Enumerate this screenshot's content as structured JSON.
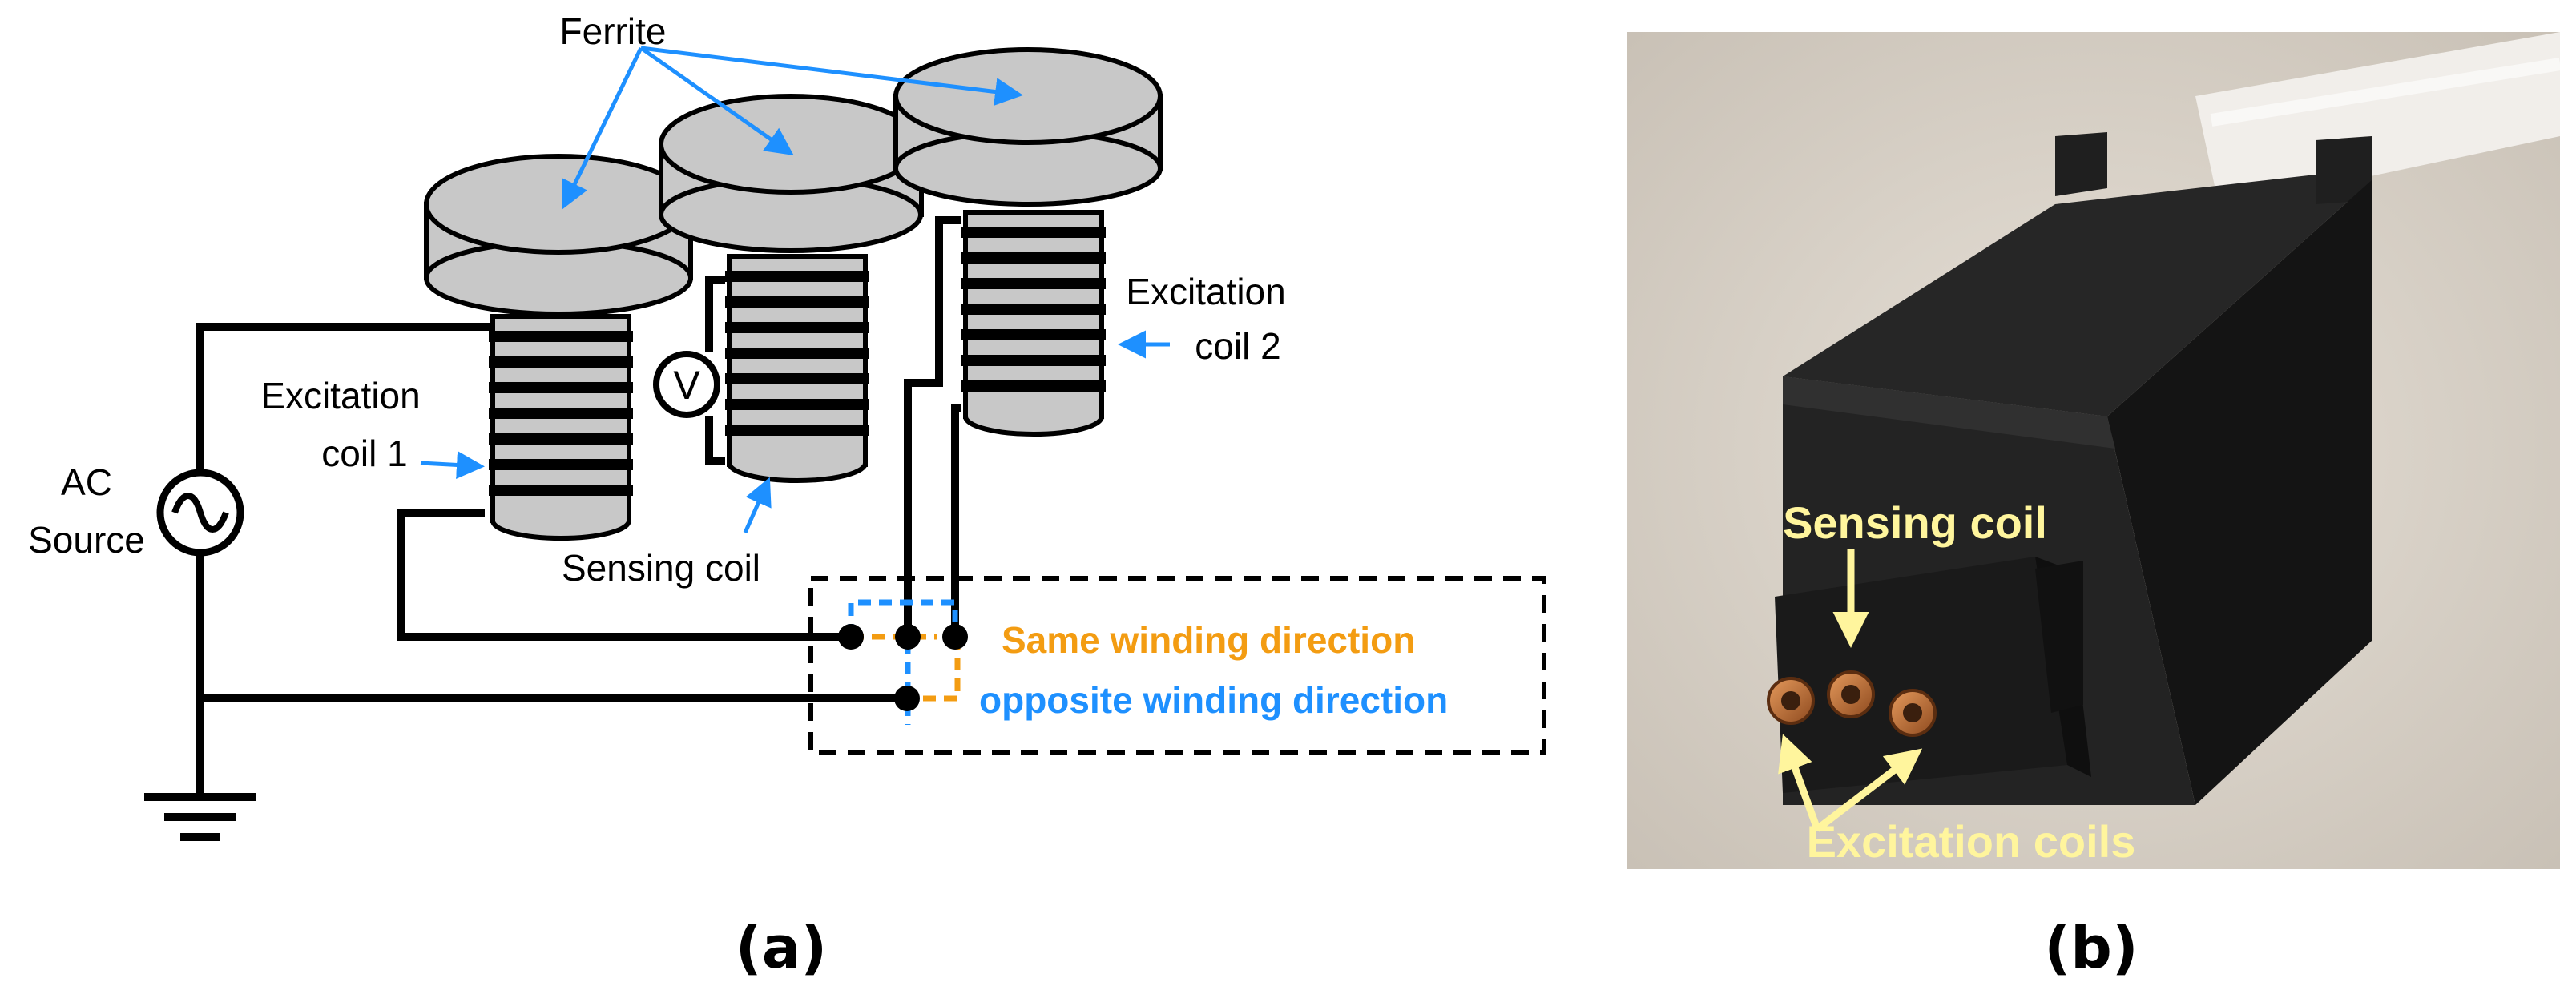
{
  "panel_a": {
    "label": "(a)",
    "labels": {
      "ferrite": "Ferrite",
      "excitation_coil_1_line1": "Excitation",
      "excitation_coil_1_line2": "coil 1",
      "excitation_coil_2_line1": "Excitation",
      "excitation_coil_2_line2": "coil 2",
      "sensing_coil": "Sensing coil",
      "ac_source_line1": "AC",
      "ac_source_line2": "Source",
      "voltmeter": "V",
      "same_winding": "Same winding direction",
      "opposite_winding": "opposite winding direction"
    },
    "colors": {
      "ferrite_fill": "#c8c8c8",
      "wire": "#000000",
      "annotation_arrow": "#1e90ff",
      "same_winding": "#f39c12",
      "opposite_winding": "#1e90ff"
    }
  },
  "panel_b": {
    "label": "(b)",
    "labels": {
      "sensing_coil": "Sensing coil",
      "excitation_coils": "Excitation coils"
    },
    "colors": {
      "label": "#fff59d",
      "copper": "#c87533"
    }
  }
}
